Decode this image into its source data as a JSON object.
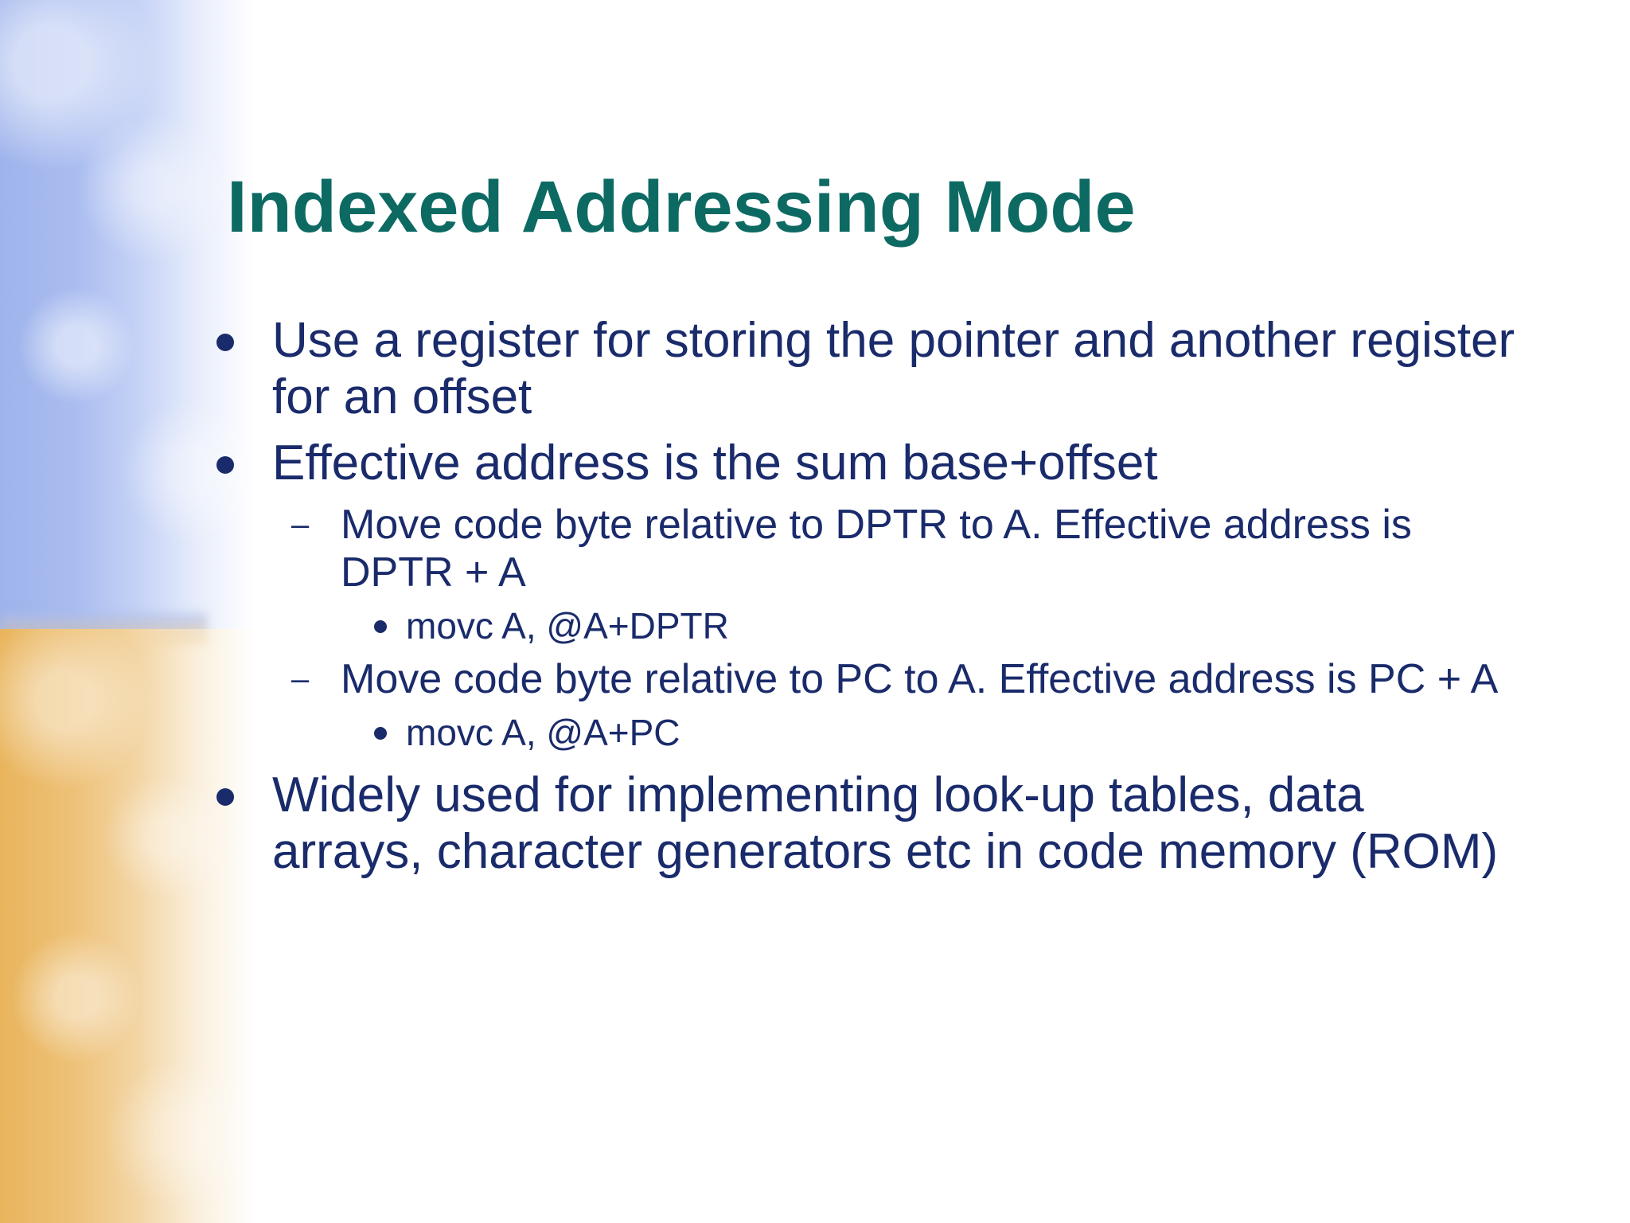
{
  "slide": {
    "title": "Indexed Addressing Mode",
    "bullets": [
      {
        "text": "Use a register for storing the pointer and another register for an offset"
      },
      {
        "text": "Effective address is the sum base+offset",
        "sub": [
          {
            "text": "Move code byte relative to DPTR to A. Effective address is DPTR + A",
            "sub": [
              "movc A, @A+DPTR"
            ]
          },
          {
            "text": "Move code byte relative to PC to A. Effective address is PC + A",
            "sub": [
              "movc A, @A+PC"
            ]
          }
        ]
      },
      {
        "text": "Widely used for implementing look-up tables, data arrays, character generators etc in code memory (ROM)"
      }
    ]
  },
  "colors": {
    "title": "#0d6a63",
    "body_text": "#1a2b6b",
    "strip_top": "#9eb3ec",
    "strip_bottom": "#e9b45c",
    "background": "#ffffff"
  }
}
